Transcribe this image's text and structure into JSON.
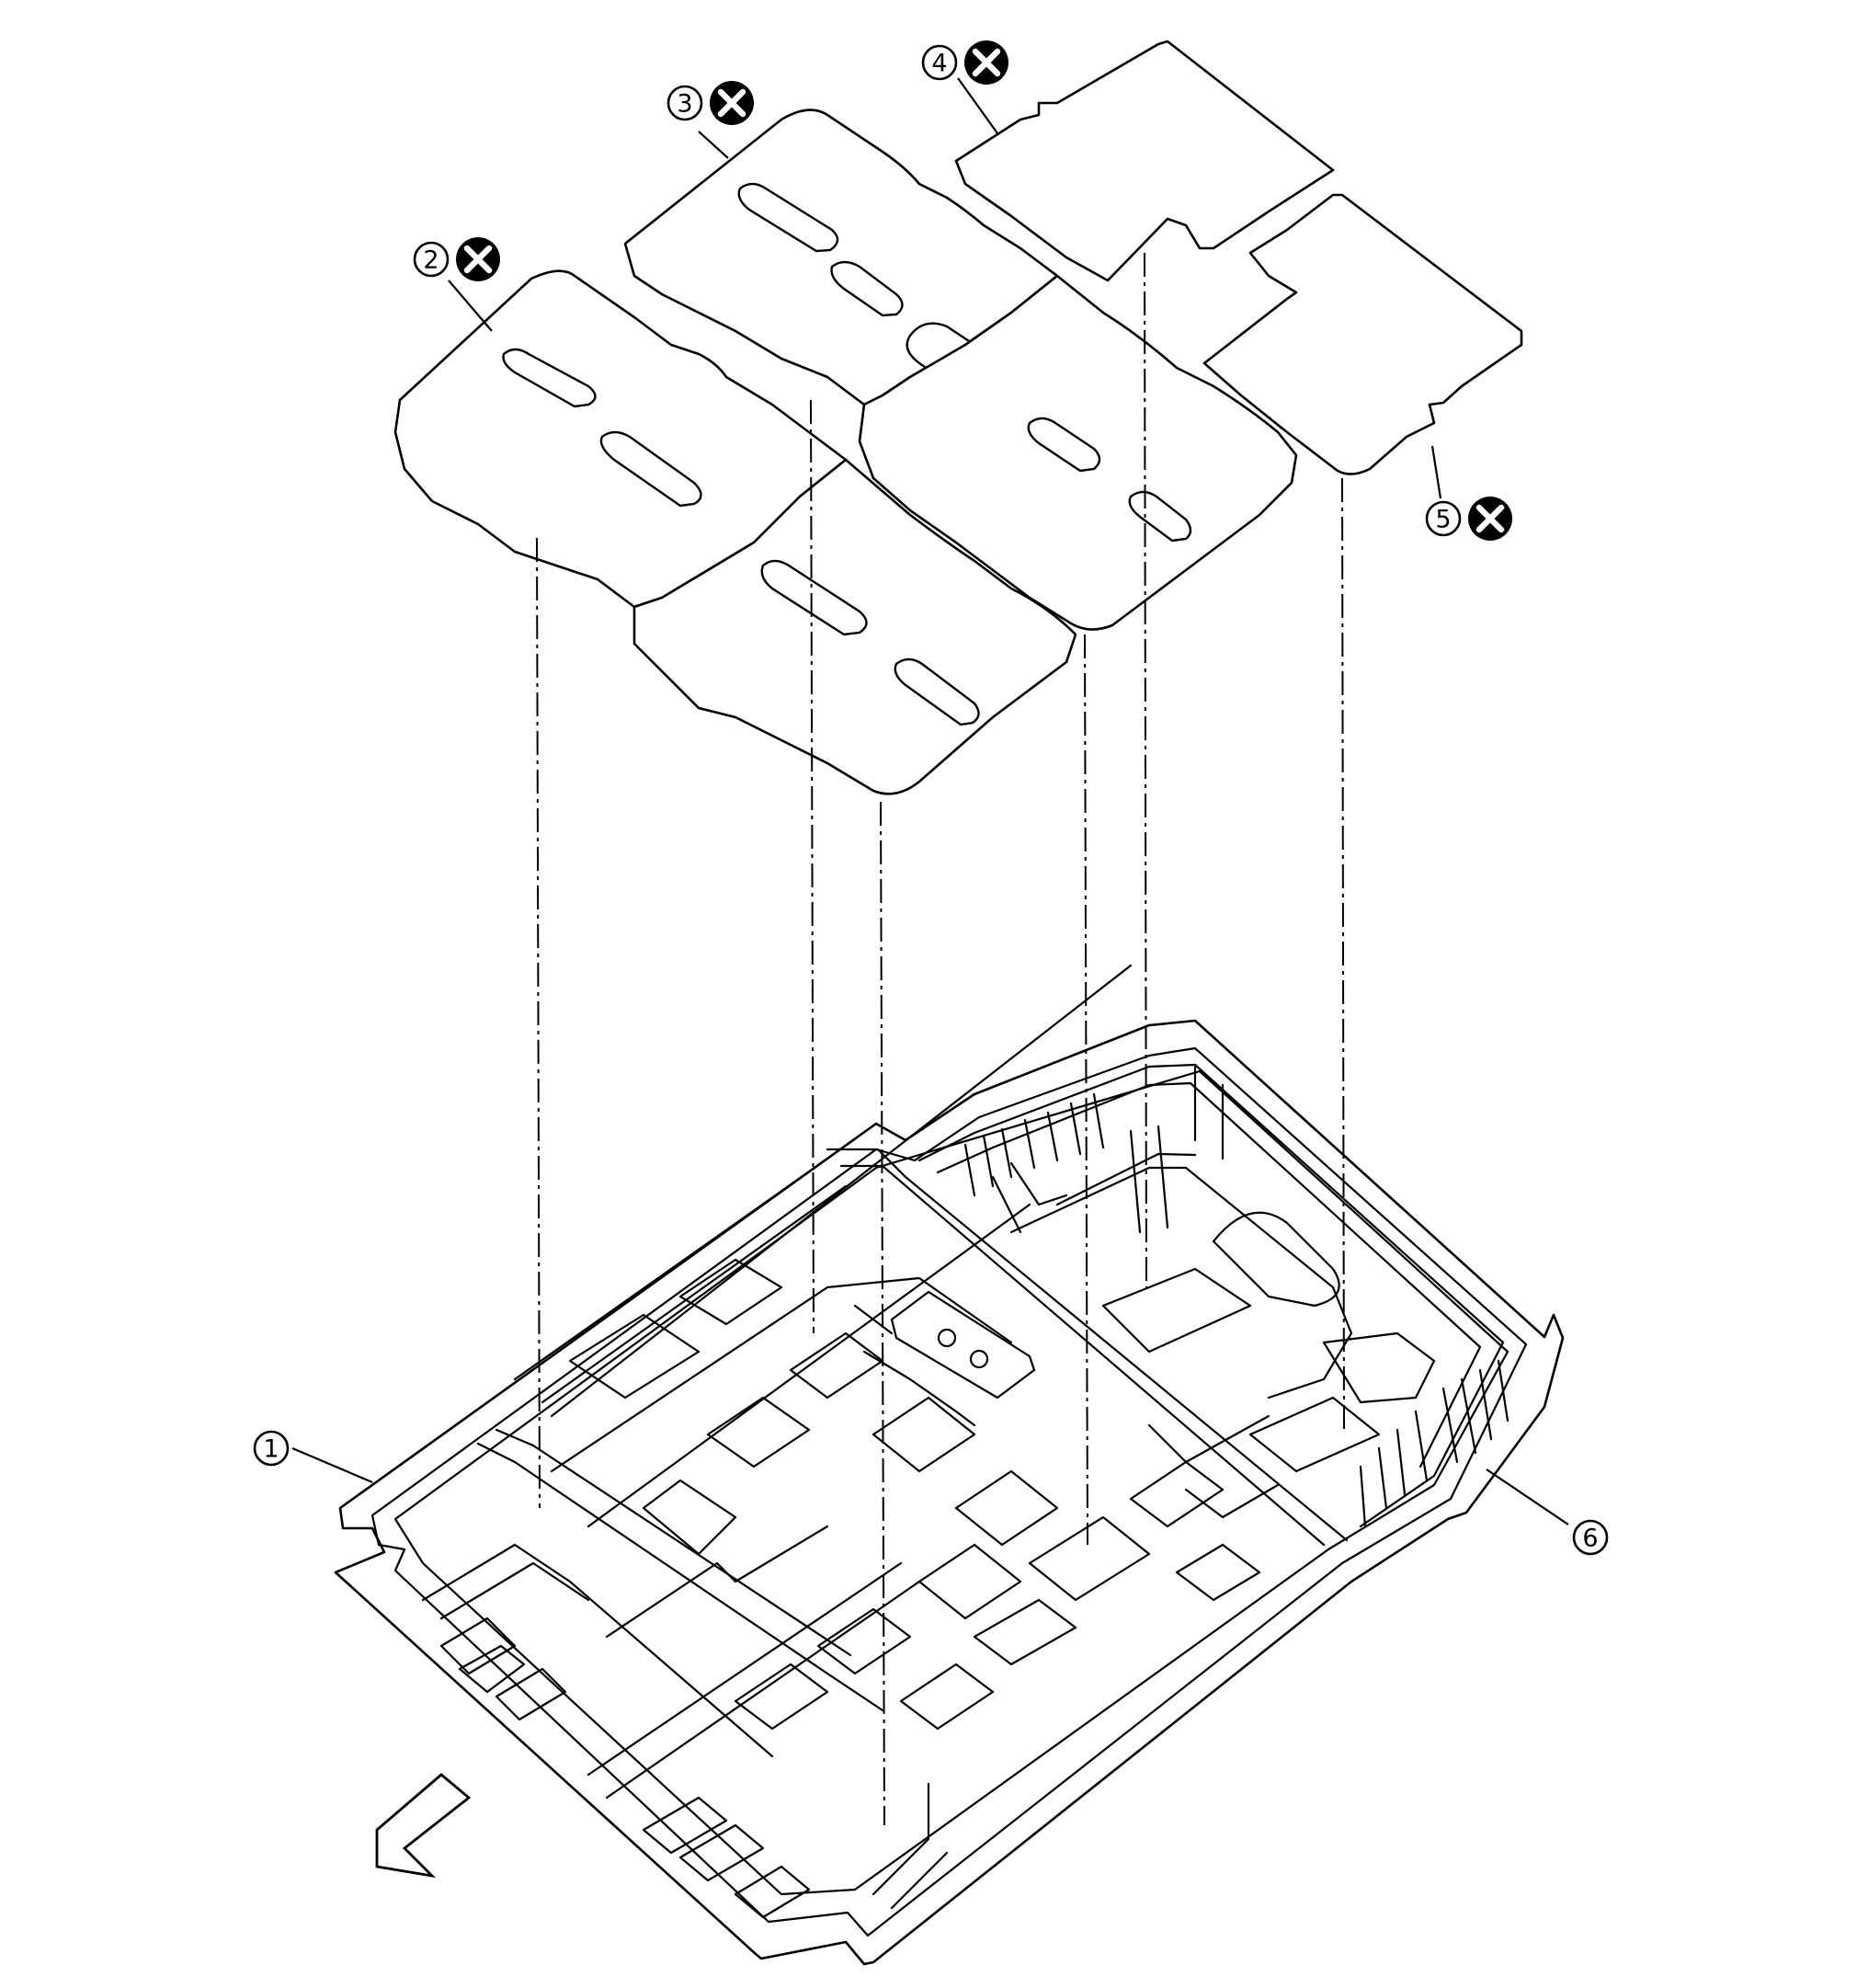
{
  "callouts": [
    {
      "id": "1",
      "label": "1",
      "no_reuse": false
    },
    {
      "id": "2",
      "label": "2",
      "no_reuse": true
    },
    {
      "id": "3",
      "label": "3",
      "no_reuse": true
    },
    {
      "id": "4",
      "label": "4",
      "no_reuse": true
    },
    {
      "id": "5",
      "label": "5",
      "no_reuse": true
    },
    {
      "id": "6",
      "label": "6",
      "no_reuse": false
    }
  ],
  "symbols": {
    "no_reuse_icon": "circled-x-icon",
    "direction_icon": "front-arrow-icon"
  },
  "colors": {
    "line": "#000000",
    "background": "#ffffff"
  }
}
